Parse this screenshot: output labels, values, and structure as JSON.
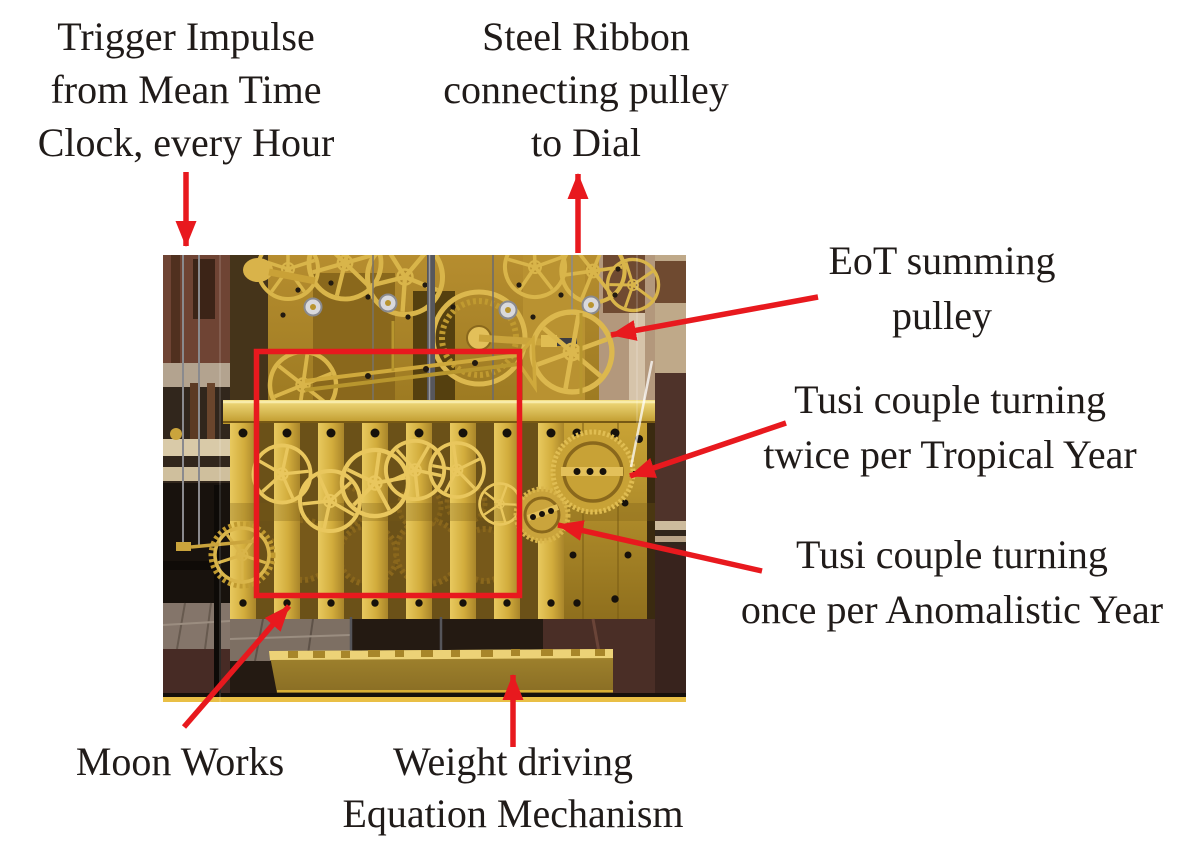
{
  "figure": {
    "type": "annotated-photograph",
    "subject": "Brass equation-of-time clock mechanism (moon works and Tusi couples) inside a glass case",
    "background_color": "#ffffff",
    "text_color": "#201b19",
    "annotation_color": "#e8191e",
    "highlight_box": {
      "name": "moon-works-region",
      "color": "#e8191e"
    }
  },
  "labels": {
    "trigger_impulse": {
      "lines": [
        "Trigger Impulse",
        "from Mean Time",
        "Clock, every Hour"
      ]
    },
    "steel_ribbon": {
      "lines": [
        "Steel Ribbon",
        "connecting pulley",
        "to Dial"
      ]
    },
    "eot_pulley": {
      "lines": [
        "EoT summing",
        "pulley"
      ]
    },
    "tusi_tropical": {
      "lines": [
        "Tusi couple turning",
        "twice per Tropical Year"
      ]
    },
    "tusi_anomalistic": {
      "lines": [
        "Tusi couple turning",
        "once per Anomalistic Year"
      ]
    },
    "moon_works": {
      "lines": [
        "Moon Works"
      ]
    },
    "weight_equation": {
      "lines": [
        "Weight driving",
        "Equation Mechanism"
      ]
    }
  }
}
